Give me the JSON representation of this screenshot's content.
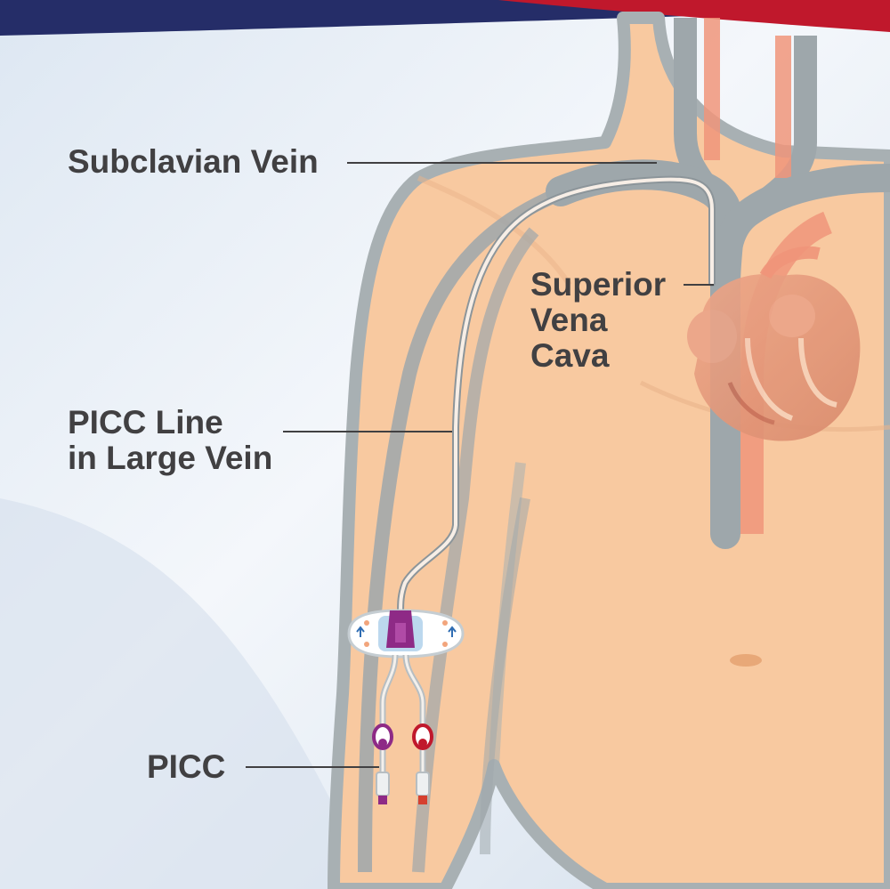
{
  "labels": {
    "subclavian_vein": "Subclavian Vein",
    "superior_vena_cava": [
      "Superior",
      "Vena",
      "Cava"
    ],
    "picc_line": [
      "PICC Line",
      "in Large Vein"
    ],
    "picc": "PICC"
  },
  "colors": {
    "skin": "#f8c9a0",
    "skin_outline": "#a8b0b3",
    "vein": "#9ea7ab",
    "artery": "#f0957a",
    "heart": "#e9967a",
    "catheter": "#f7eee6",
    "hub_purple": "#8e2a86",
    "cap_red": "#d6402f",
    "banner_navy": "#252d68",
    "banner_red": "#c0182c",
    "text": "#414042"
  }
}
